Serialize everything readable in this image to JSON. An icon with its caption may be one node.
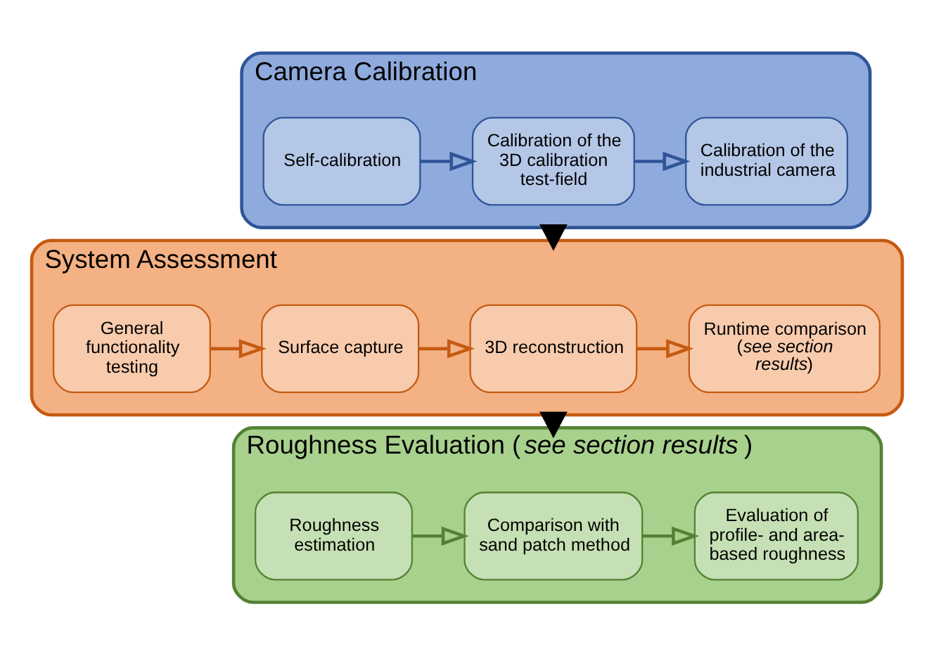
{
  "diagram": {
    "nodes": [
      {
        "text": [
          "Camera Calibration"
        ]
      },
      {
        "text": [
          "Self-calibration"
        ],
        "in": 0
      },
      {
        "text": [
          "Calibration of the 3D calibration test-field"
        ],
        "in": 0
      },
      {
        "text": [
          "Calibration of the industrial camera"
        ],
        "in": 0
      },
      {
        "text": [
          "System Assessment"
        ]
      },
      {
        "text": [
          "General functionality testing"
        ],
        "in": 4
      },
      {
        "text": [
          "Surface capture"
        ],
        "in": 4
      },
      {
        "text": [
          "3D reconstruction"
        ],
        "in": 4
      },
      {
        "text": [
          "Runtime comparison (*see section results*)"
        ],
        "in": 4
      },
      {
        "text": [
          "Roughness Evaluation (*see section results*)"
        ]
      },
      {
        "text": [
          "Roughness estimation"
        ],
        "in": 9
      },
      {
        "text": [
          "Comparison with sand patch method"
        ],
        "in": 9
      },
      {
        "text": [
          "Evaluation of profile- and area-based roughness"
        ],
        "in": 9
      }
    ],
    "edges": [
      {
        "from": 1,
        "to": 2,
        "arrow": "to",
        "color": "#2f5597"
      },
      {
        "from": 2,
        "to": 3,
        "arrow": "to",
        "color": "#2f5597"
      },
      {
        "from": 0,
        "to": 4,
        "arrow": "to",
        "style": "thick",
        "color": "#000000"
      },
      {
        "from": 5,
        "to": 6,
        "arrow": "to",
        "color": "#c55a11"
      },
      {
        "from": 6,
        "to": 7,
        "arrow": "to",
        "color": "#c55a11"
      },
      {
        "from": 7,
        "to": 8,
        "arrow": "to",
        "color": "#c55a11"
      },
      {
        "from": 4,
        "to": 9,
        "arrow": "to",
        "style": "thick",
        "color": "#000000"
      },
      {
        "from": 10,
        "to": 11,
        "arrow": "to",
        "color": "#548235"
      },
      {
        "from": 11,
        "to": 12,
        "arrow": "to",
        "color": "#548235"
      }
    ]
  }
}
